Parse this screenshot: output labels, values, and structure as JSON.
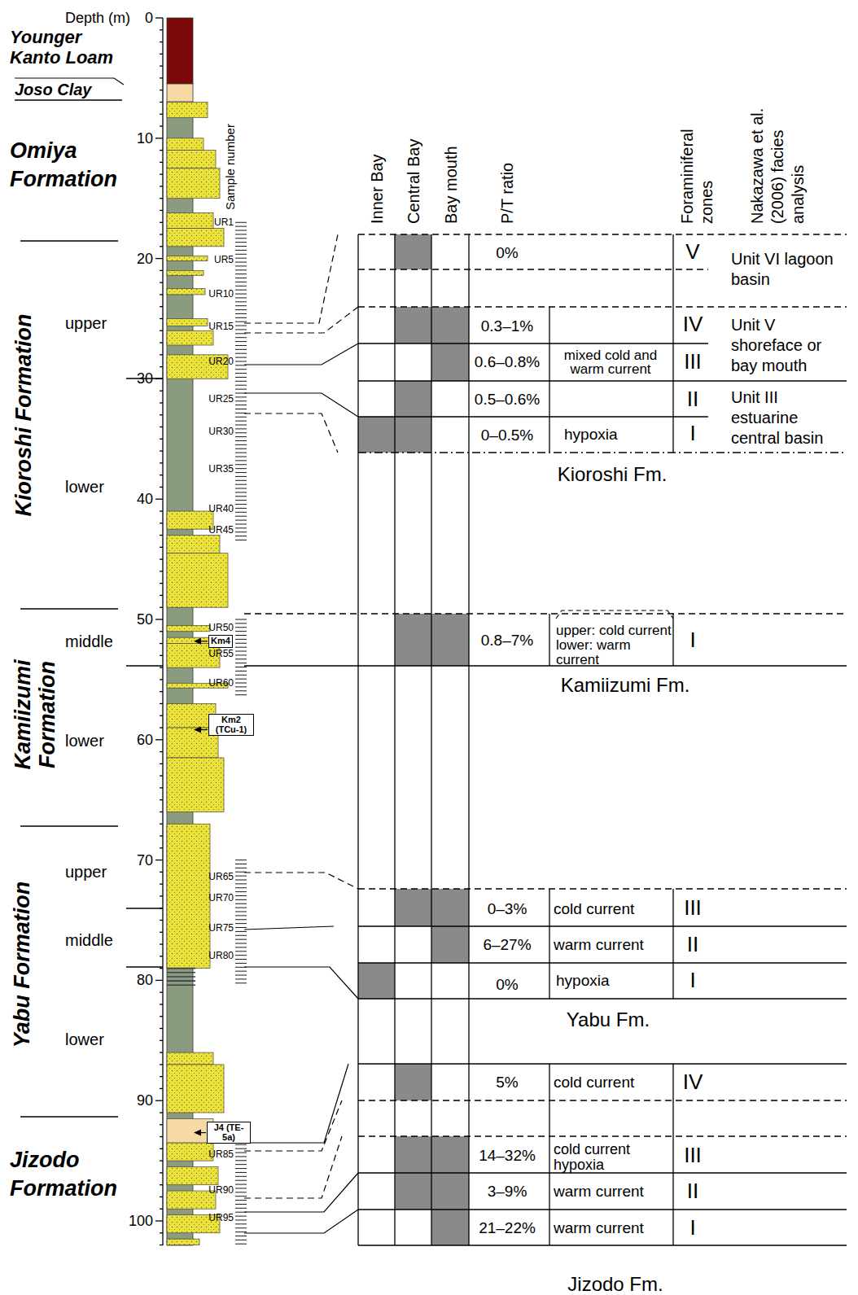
{
  "diagram": {
    "nodes": [
      {
        "text": [
          "Km4"
        ]
      },
      {
        "text": [
          "Km2 (TCu-1)"
        ]
      },
      {
        "text": [
          "J4 (TE-5a)"
        ]
      }
    ],
    "labels": [
      "Depth (m)",
      "0",
      "10",
      "20",
      "30",
      "40",
      "50",
      "60",
      "70",
      "80",
      "90",
      "100",
      "Younger Kanto Loam",
      "Joso Clay",
      "Omiya Formation",
      "Kioroshi Formation",
      "upper",
      "lower",
      "Kamiizumi Formation",
      "middle",
      "lower",
      "Yabu Formation",
      "upper",
      "middle",
      "lower",
      "Jizodo Formation",
      "Sample number",
      "UR1",
      "UR5",
      "UR10",
      "UR15",
      "UR20",
      "UR25",
      "UR30",
      "UR35",
      "UR40",
      "UR45",
      "UR50",
      "UR55",
      "UR60",
      "UR65",
      "UR70",
      "UR75",
      "UR80",
      "UR85",
      "UR90",
      "UR95",
      "Inner Bay",
      "Central Bay",
      "Bay mouth",
      "P/T ratio",
      "Foraminiferal zones",
      "Nakazawa et al. (2006) facies analysis",
      "0%",
      "V",
      "Unit VI lagoon basin",
      "0.3–1%",
      "IV",
      "Unit V shoreface or bay mouth",
      "0.6–0.8%",
      "mixed cold and warm current",
      "III",
      "0.5–0.6%",
      "II",
      "Unit III estuarine central basin",
      "0–0.5%",
      "hypoxia",
      "I",
      "Kioroshi Fm.",
      "0.8–7%",
      "upper: cold current lower: warm current",
      "I",
      "Kamiizumi Fm.",
      "0–3%",
      "cold current",
      "III",
      "6–27%",
      "warm current",
      "II",
      "0%",
      "hypoxia",
      "I",
      "Yabu Fm.",
      "5%",
      "cold current",
      "IV",
      "14–32%",
      "cold current hypoxia",
      "III",
      "3–9%",
      "warm current",
      "II",
      "21–22%",
      "warm current",
      "I",
      "Jizodo Fm."
    ]
  }
}
